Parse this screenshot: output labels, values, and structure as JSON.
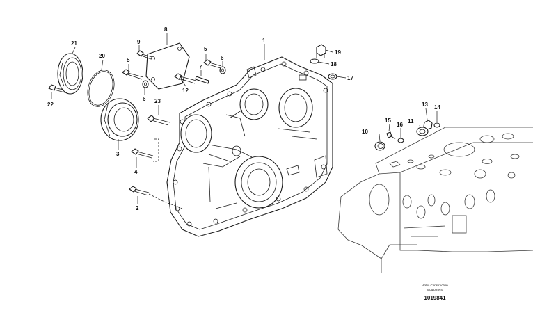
{
  "callouts": {
    "c1": "1",
    "c2": "2",
    "c3": "3",
    "c4": "4",
    "c5a": "5",
    "c5b": "5",
    "c6a": "6",
    "c6b": "6",
    "c7": "7",
    "c8": "8",
    "c9": "9",
    "c10": "10",
    "c11": "11",
    "c12": "12",
    "c13": "13",
    "c14": "14",
    "c15": "15",
    "c16": "16",
    "c17": "17",
    "c18": "18",
    "c19": "19",
    "c20": "20",
    "c21": "21",
    "c22": "22",
    "c23": "23"
  },
  "footer": {
    "brand_line1": "Volvo Construction",
    "brand_line2": "Equipment",
    "drawing_number": "1019841"
  }
}
